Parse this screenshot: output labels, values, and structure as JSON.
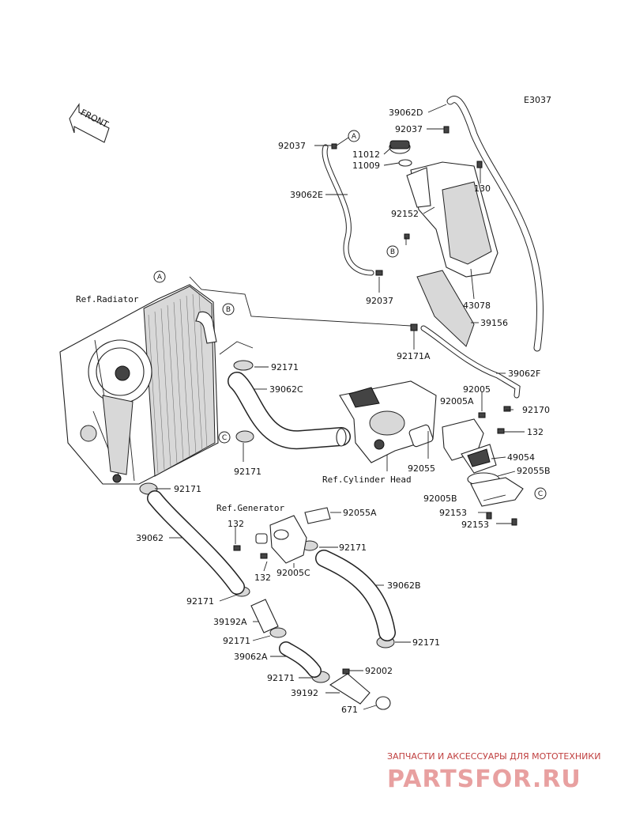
{
  "diagram_code": "E3037",
  "front_label": "FRONT",
  "refs": {
    "radiator": "Ref.Radiator",
    "cylinder_head": "Ref.Cylinder Head",
    "generator": "Ref.Generator"
  },
  "callouts": {
    "a": "A",
    "b": "B",
    "c": "C"
  },
  "parts": {
    "p39062D": "39062D",
    "p92037_top": "92037",
    "p92037_left": "92037",
    "p11012": "11012",
    "p11009": "11009",
    "p130": "130",
    "p39062E": "39062E",
    "p92152": "92152",
    "p92037_mid": "92037",
    "p43078": "43078",
    "p39156": "39156",
    "p92171A": "92171A",
    "p39062F": "39062F",
    "p92171_a": "92171",
    "p39062C": "39062C",
    "p92171_b": "92171",
    "p92005": "92005",
    "p92005A": "92005A",
    "p92170": "92170",
    "p132_a": "132",
    "p92055": "92055",
    "p49054": "49054",
    "p92055B": "92055B",
    "p92171_c": "92171",
    "p92005B": "92005B",
    "p92153_a": "92153",
    "p92153_b": "92153",
    "p92055A": "92055A",
    "p132_b": "132",
    "p92171_d": "92171",
    "p39062": "39062",
    "p132_c": "132",
    "p92005C": "92005C",
    "p39062B": "39062B",
    "p92171_e": "92171",
    "p39192A": "39192A",
    "p92171_f": "92171",
    "p92171_g": "92171",
    "p39062A": "39062A",
    "p92171_h": "92171",
    "p92002": "92002",
    "p39192": "39192",
    "p671": "671"
  },
  "watermark": {
    "line1": "ЗАПЧАСТИ И АКСЕССУАРЫ ДЛЯ МОТОТЕХНИКИ",
    "line2": "PARTSFOR.RU"
  }
}
